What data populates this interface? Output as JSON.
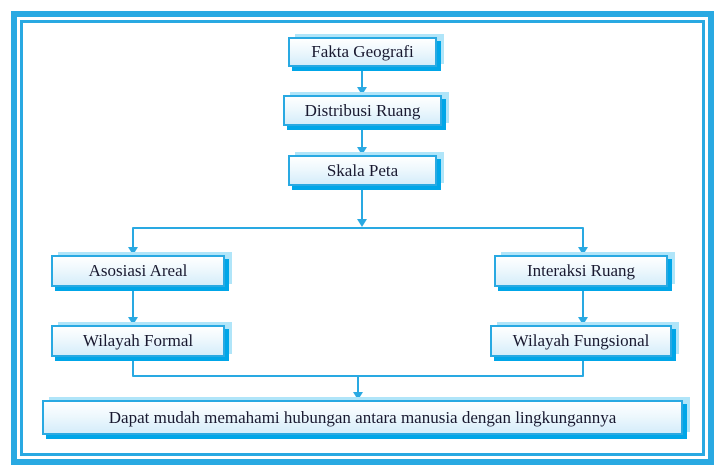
{
  "nodes": {
    "fakta_geografi": {
      "label": "Fakta Geografi"
    },
    "distribusi_ruang": {
      "label": "Distribusi Ruang"
    },
    "skala_peta": {
      "label": "Skala Peta"
    },
    "asosiasi_areal": {
      "label": "Asosiasi Areal"
    },
    "interaksi_ruang": {
      "label": "Interaksi Ruang"
    },
    "wilayah_formal": {
      "label": "Wilayah Formal"
    },
    "wilayah_fungsional": {
      "label": "Wilayah Fungsional"
    },
    "conclusion": {
      "label": "Dapat mudah memahami hubungan antara manusia dengan lingkungannya"
    }
  },
  "edges": [
    {
      "from": "fakta_geografi",
      "to": "distribusi_ruang"
    },
    {
      "from": "distribusi_ruang",
      "to": "skala_peta"
    },
    {
      "from": "skala_peta",
      "to": "asosiasi_areal"
    },
    {
      "from": "skala_peta",
      "to": "interaksi_ruang"
    },
    {
      "from": "asosiasi_areal",
      "to": "wilayah_formal"
    },
    {
      "from": "interaksi_ruang",
      "to": "wilayah_fungsional"
    },
    {
      "from": "wilayah_formal",
      "to": "conclusion"
    },
    {
      "from": "wilayah_fungsional",
      "to": "conclusion"
    }
  ],
  "colors": {
    "accent": "#29a9e2",
    "shadow-dark": "#00a6e8",
    "shadow-light": "#b0e5f9",
    "box-fill-top": "#ffffff",
    "box-fill-bottom": "#d5edfa",
    "text": "#191930"
  }
}
